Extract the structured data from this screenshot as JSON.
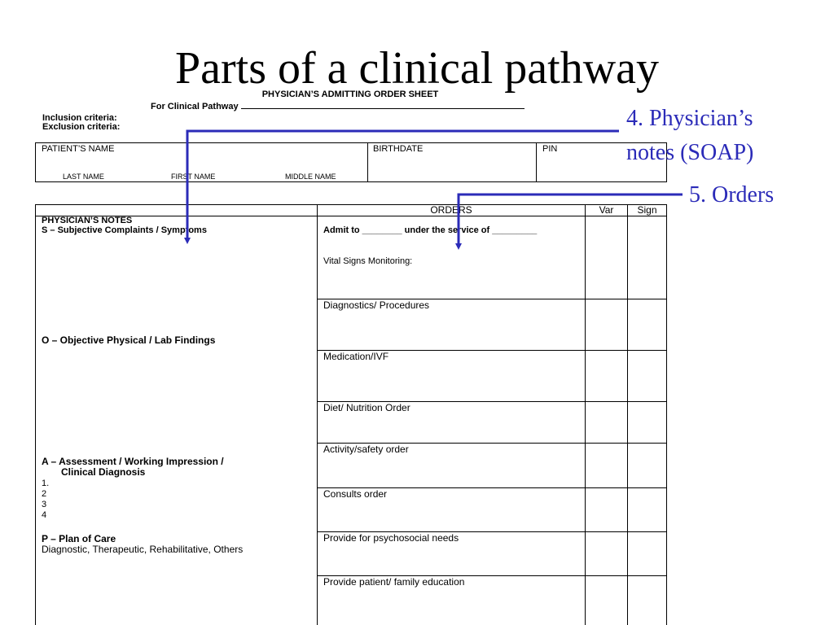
{
  "slide": {
    "title": "Parts of a clinical pathway"
  },
  "form": {
    "sheet_title": "PHYSICIAN’S ADMITTING ORDER SHEET",
    "pathway_label": "For Clinical Pathway",
    "inclusion": "Inclusion criteria:",
    "exclusion": "Exclusion criteria:",
    "patient": {
      "name_label": "PATIENT’S NAME",
      "last_name": "LAST  NAME",
      "first_name": "FIRST NAME",
      "middle_name": "MIDDLE NAME",
      "birthdate": "BIRTHDATE",
      "pin": "PIN"
    },
    "headers": {
      "orders": "ORDERS",
      "var": "Var",
      "sign": "Sign"
    },
    "notes": {
      "title": "PHYSICIAN’S NOTES",
      "s": "S – Subjective Complaints / Symptoms",
      "o": "O – Objective Physical / Lab Findings",
      "a1": "A – Assessment / Working Impression /",
      "a2": "Clinical Diagnosis",
      "n1": "1.",
      "n2": "2",
      "n3": "3",
      "n4": "4",
      "p": "P – Plan of Care",
      "p_sub": "Diagnostic, Therapeutic, Rehabilitative, Others"
    },
    "orders": {
      "admit": "Admit to ________ under the service of _________",
      "vital": "Vital Signs Monitoring:",
      "diagnostics": "Diagnostics/ Procedures",
      "medication": "Medication/IVF",
      "diet": "Diet/ Nutrition Order",
      "activity": "Activity/safety order",
      "consults": "Consults order",
      "psychosocial": "Provide for psychosocial needs",
      "education": "Provide patient/ family education"
    }
  },
  "annotations": {
    "notes_line1": "4. Physician’s",
    "notes_line2": "notes (SOAP)",
    "orders": "5. Orders",
    "color": "#2b2bb8"
  }
}
